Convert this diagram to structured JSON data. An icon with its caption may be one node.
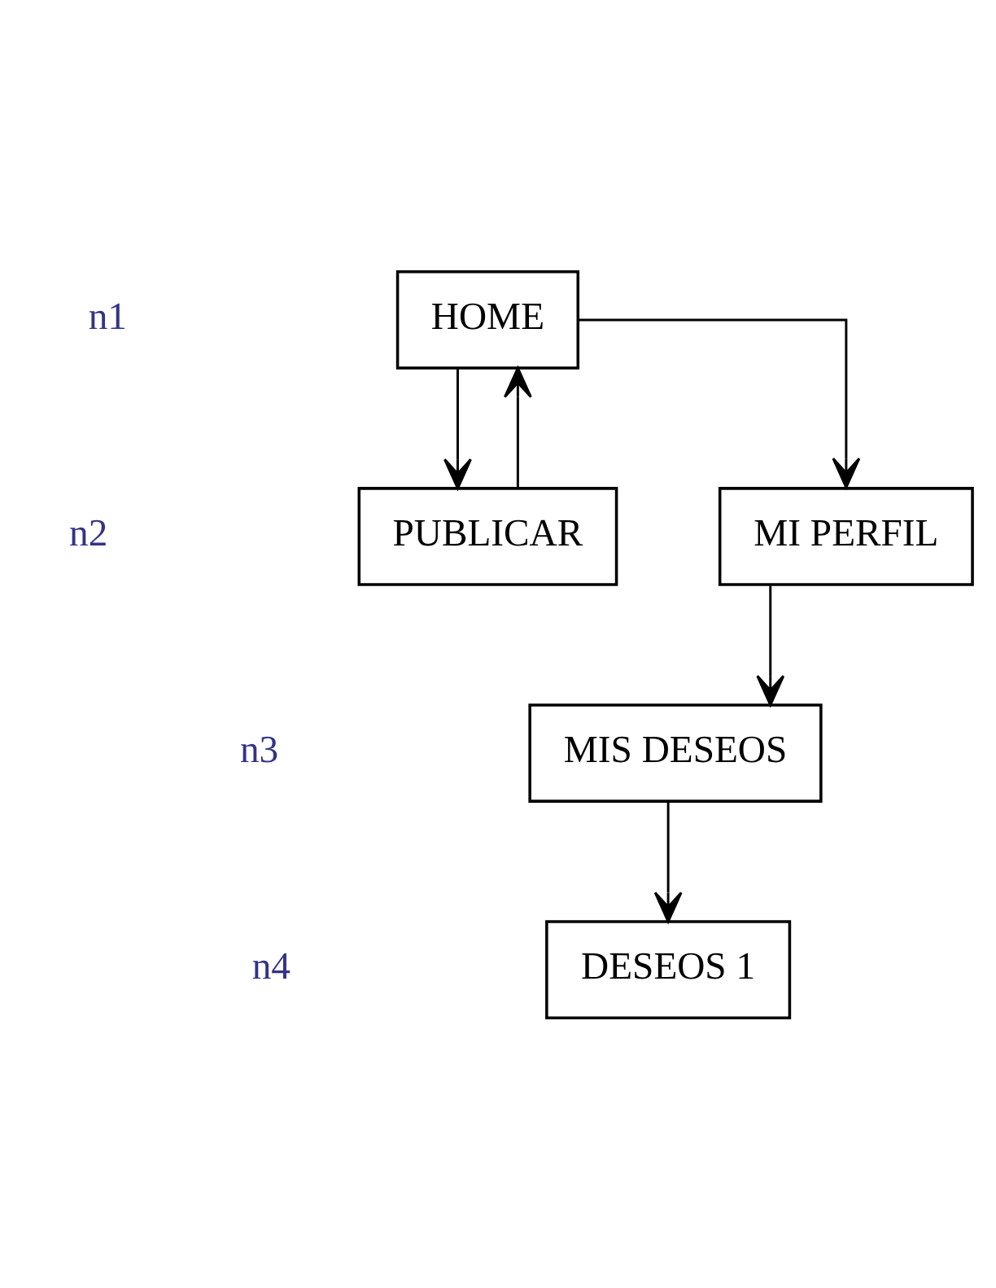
{
  "diagram": {
    "nodes": [
      {
        "text": [
          "HOME"
        ]
      },
      {
        "text": [
          "PUBLICAR"
        ]
      },
      {
        "text": [
          "MI PERFIL"
        ]
      },
      {
        "text": [
          "MIS DESEOS"
        ]
      },
      {
        "text": [
          "DESEOS 1"
        ]
      }
    ],
    "edges": [
      {
        "from": 0,
        "to": 1,
        "arrow": "to"
      },
      {
        "from": 1,
        "to": 0,
        "arrow": "to"
      },
      {
        "from": 0,
        "to": 2,
        "arrow": "to"
      },
      {
        "from": 2,
        "to": 3,
        "arrow": "to"
      },
      {
        "from": 3,
        "to": 4,
        "arrow": "to"
      }
    ],
    "labels": [
      "n1",
      "n2",
      "n3",
      "n4"
    ]
  }
}
